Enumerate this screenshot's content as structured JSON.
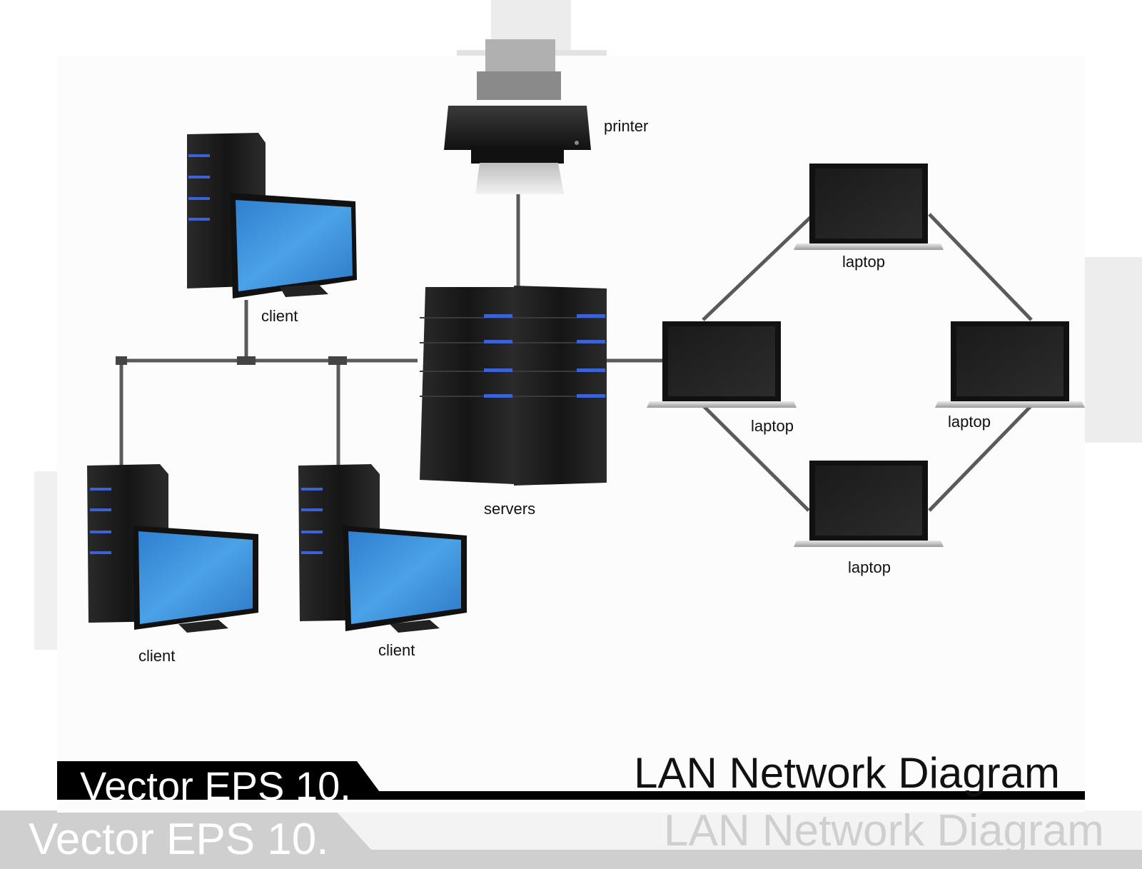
{
  "diagram": {
    "title": "LAN Network Diagram",
    "badge": "Vector EPS 10.",
    "nodes": {
      "printer": "printer",
      "servers": "servers",
      "client_top": "client",
      "client_bottom_left": "client",
      "client_bottom_middle": "client",
      "laptop_top": "laptop",
      "laptop_left": "laptop",
      "laptop_right": "laptop",
      "laptop_bottom": "laptop"
    }
  },
  "colors": {
    "background": "#ffffff",
    "frame_outer": "#e6e6e6",
    "device_dark": "#1c1c1c",
    "screen_blue": "#3f93d9",
    "server_led": "#3b63d6",
    "cable": "#5a5a5a",
    "badge_bg": "#000000"
  },
  "icons": [
    "printer-icon",
    "server-tower-icon",
    "desktop-monitor-icon",
    "laptop-icon"
  ]
}
